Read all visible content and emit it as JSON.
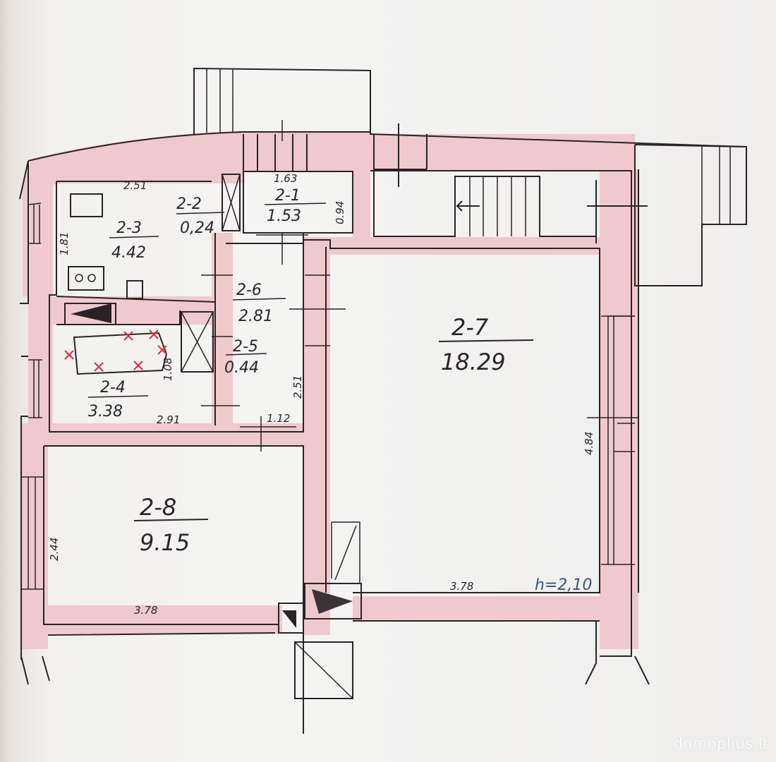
{
  "rooms": [
    {
      "code": "2-1",
      "area": "1.53"
    },
    {
      "code": "2-2",
      "area": "0,24"
    },
    {
      "code": "2-3",
      "area": "4.42"
    },
    {
      "code": "2-4",
      "area": "3.38"
    },
    {
      "code": "2-5",
      "area": "0.44"
    },
    {
      "code": "2-6",
      "area": "2.81"
    },
    {
      "code": "2-7",
      "area": "18.29"
    },
    {
      "code": "2-8",
      "area": "9.15"
    }
  ],
  "dimensions": [
    "2.51",
    "1.63",
    "0.94",
    "1.81",
    "1.08",
    "2.91",
    "1.12",
    "2.51",
    "4.84",
    "3.78",
    "2.44",
    "3.78"
  ],
  "ceiling_height": "h=2,10",
  "watermark": "domoplius.lt",
  "colors": {
    "wall_fill": "#efc9cd",
    "line": "#2a2326",
    "fixture_mark": "#d8303a",
    "annotation": "#3d4f86"
  }
}
